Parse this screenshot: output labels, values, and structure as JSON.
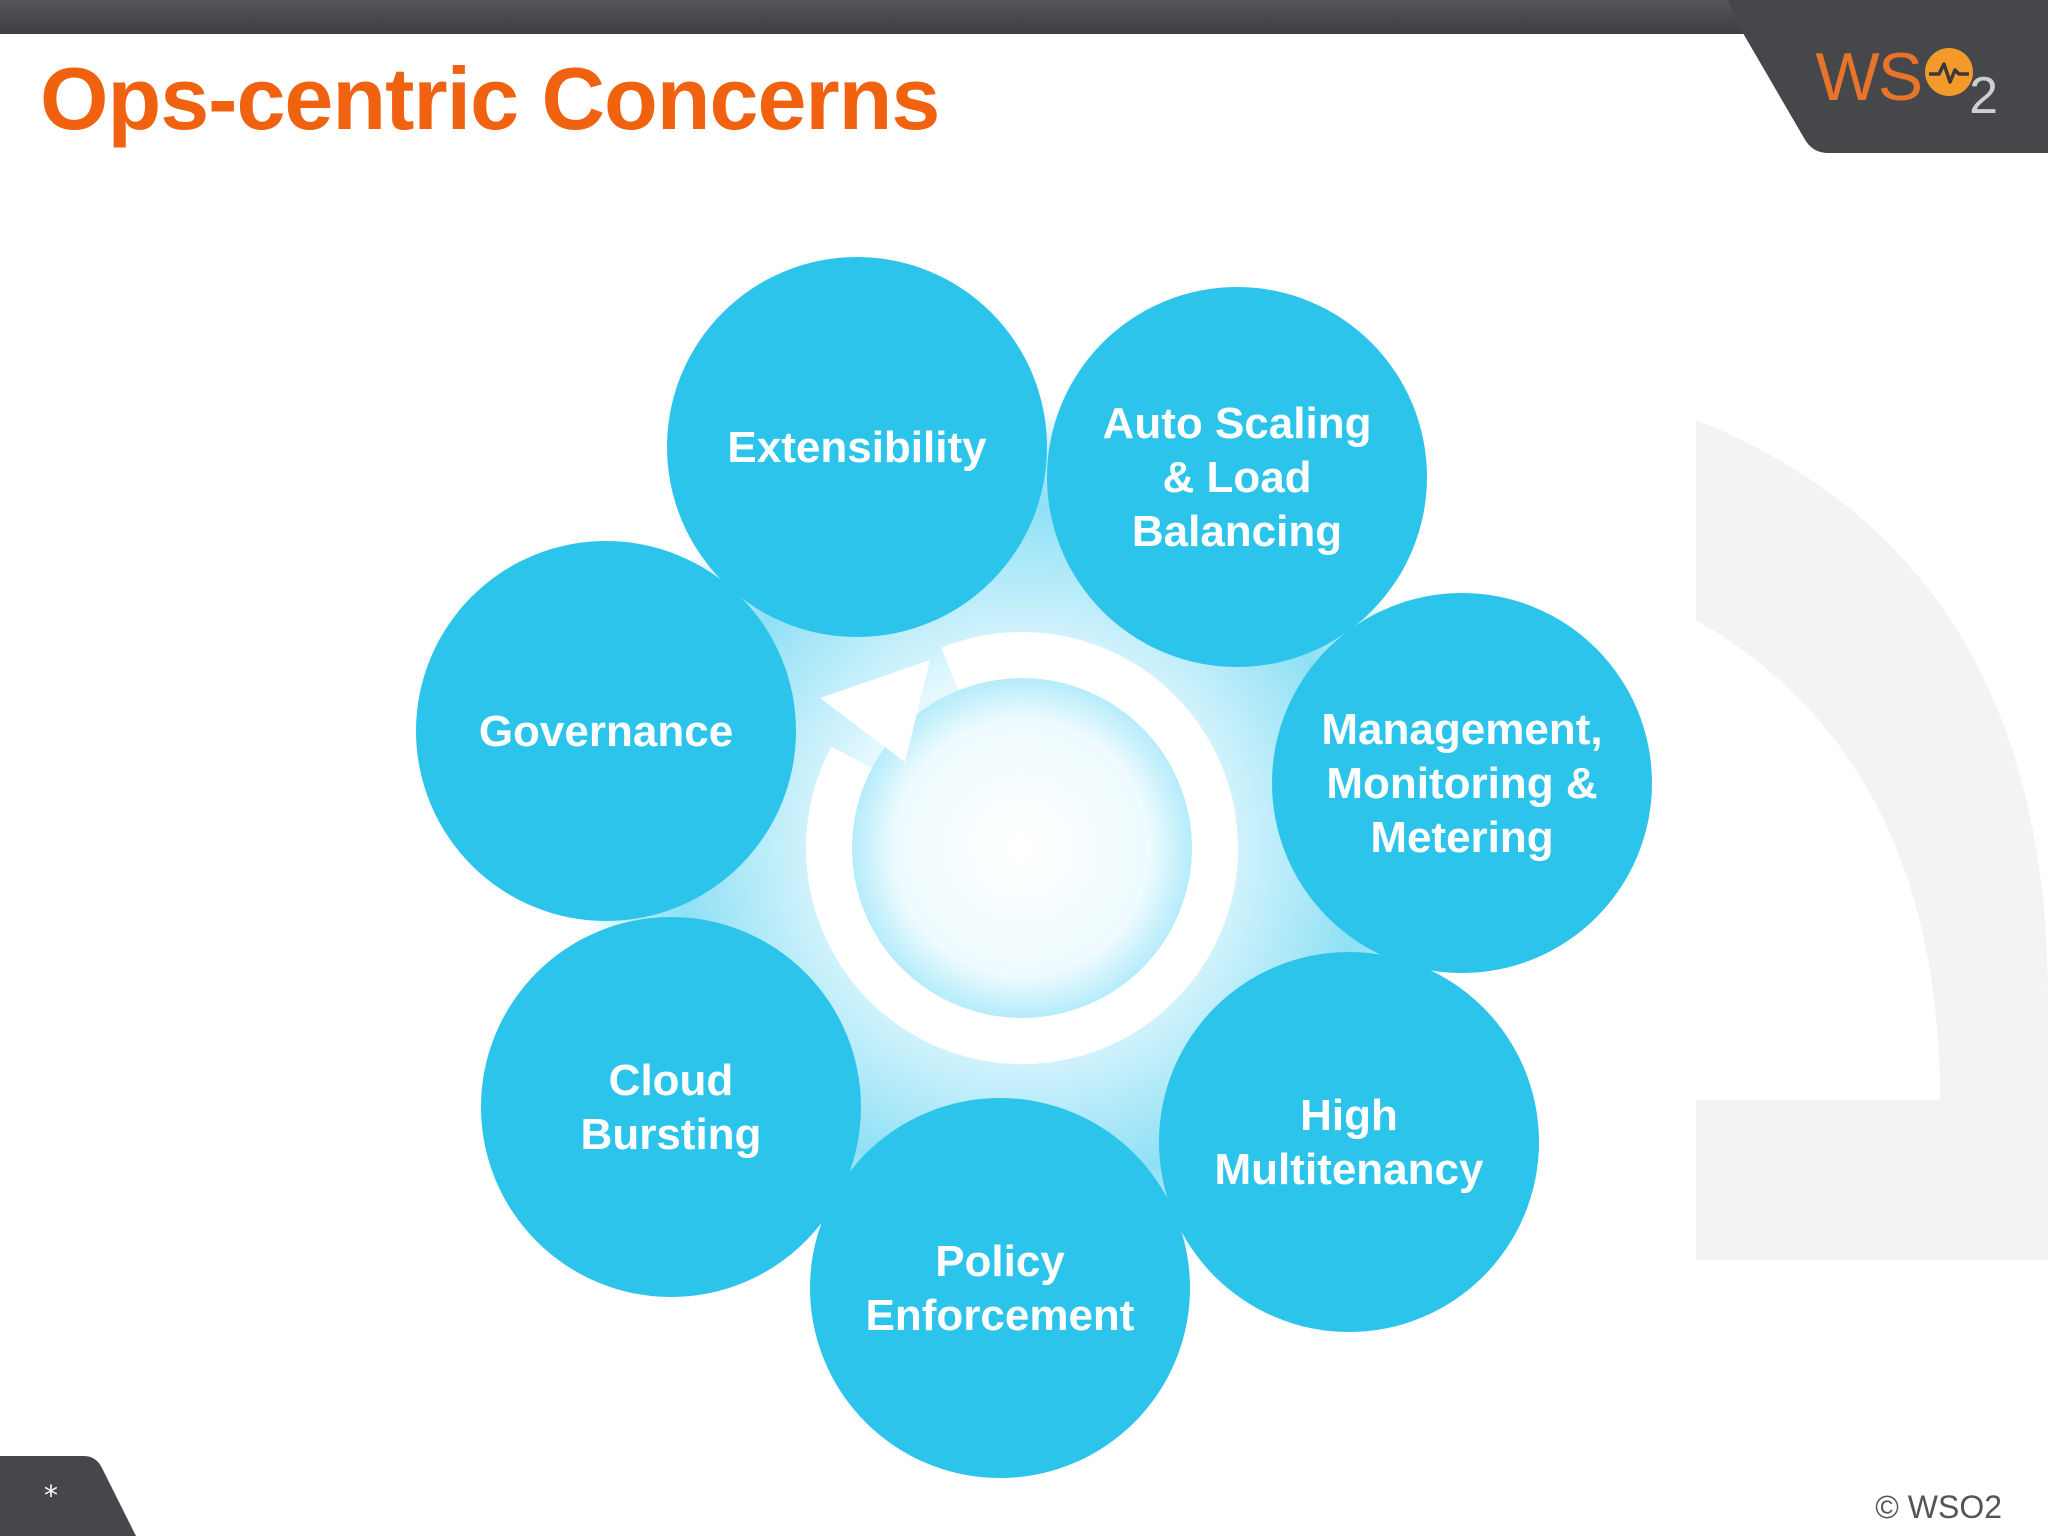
{
  "slide": {
    "title": "Ops-centric Concerns",
    "logo": {
      "text": "WS",
      "subscript": "2",
      "icon": "heartbeat-o-icon"
    },
    "slide_marker": "*",
    "copyright": "© WSO2"
  },
  "diagram": {
    "center_icon": "cycle-arrow-icon",
    "circles": [
      {
        "id": "extensibility",
        "lines": [
          "Extensibility"
        ]
      },
      {
        "id": "auto-scaling",
        "lines": [
          "Auto Scaling",
          "& Load",
          "Balancing"
        ]
      },
      {
        "id": "management",
        "lines": [
          "Management,",
          "Monitoring &",
          "Metering"
        ]
      },
      {
        "id": "multitenancy",
        "lines": [
          "High",
          "Multitenancy"
        ]
      },
      {
        "id": "policy",
        "lines": [
          "Policy",
          "Enforcement"
        ]
      },
      {
        "id": "cloud-bursting",
        "lines": [
          "Cloud",
          "Bursting"
        ]
      },
      {
        "id": "governance",
        "lines": [
          "Governance"
        ]
      }
    ]
  },
  "colors": {
    "accent": "#f0620f",
    "circle": "#2cc4ea",
    "bar": "#46474b"
  }
}
